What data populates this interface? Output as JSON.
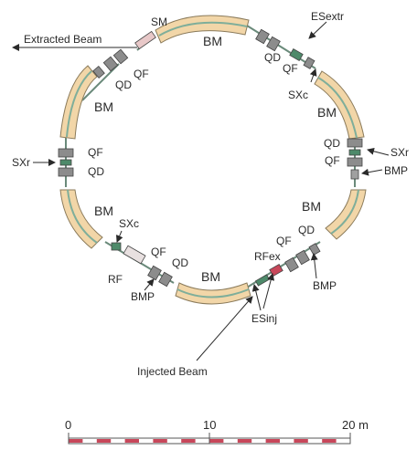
{
  "labels": {
    "sm": "SM",
    "extracted_beam": "Extracted Beam",
    "es_extr": "ESextr",
    "qd_tl": "QD",
    "qf_tl": "QF",
    "qd_tr": "QD",
    "qf_tr": "QF",
    "sxc_tr": "SXc",
    "bm_top": "BM",
    "bm_tl": "BM",
    "bm_tr": "BM",
    "bm_bl": "BM",
    "bm_br": "BM",
    "bm_bottom": "BM",
    "sxr_left": "SXr",
    "qf_left": "QF",
    "qd_left": "QD",
    "qd_right": "QD",
    "qf_right": "QF",
    "sxr_right": "SXr",
    "bmp_right": "BMP",
    "sxc_bl": "SXc",
    "qf_bl": "QF",
    "qd_bl": "QD",
    "rf": "RF",
    "bmp_bl": "BMP",
    "rfex": "RFex",
    "qf_br": "QF",
    "qd_br": "QD",
    "bmp_br": "BMP",
    "es_inj": "ESinj",
    "injected_beam": "Injected Beam"
  },
  "scale_bar": {
    "tick_0": "0",
    "tick_10": "10",
    "tick_20": "20 m"
  },
  "colors": {
    "dipole_fill": "#f2d6a8",
    "dipole_edge": "#8a7a5a",
    "dipole_coil": "#7fae9a",
    "quad": "#8c8c8c",
    "sextupole": "#4e8a6a",
    "beam_pipe": "#6a8a7a",
    "scale_red": "#c8475a"
  }
}
